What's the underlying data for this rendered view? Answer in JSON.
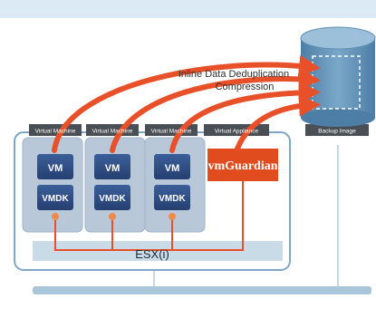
{
  "labels": {
    "vm_headers": [
      "Virtual Machine",
      "Virtual Machine",
      "Virtual Machine"
    ],
    "appliance_header": "Virtual Appliance",
    "backup_header": "Backup Image",
    "vm": "VM",
    "vmdk": "VMDK",
    "appliance_name": "vmGuardian",
    "hypervisor": "ESX(i)",
    "inline_line1": "Inline Data Deduplication",
    "inline_line2": "Compression"
  },
  "colors": {
    "arrow": "#e8502a",
    "appliance": "#e14c1f",
    "vm_block": "#2e4d86",
    "vm_panel": "#b9c8d9",
    "frame": "#7fa6c6",
    "header": "#4a4f55",
    "db": "#5f8fb3",
    "topbar": "#dceaf6",
    "baseline": "#a9c5da"
  }
}
